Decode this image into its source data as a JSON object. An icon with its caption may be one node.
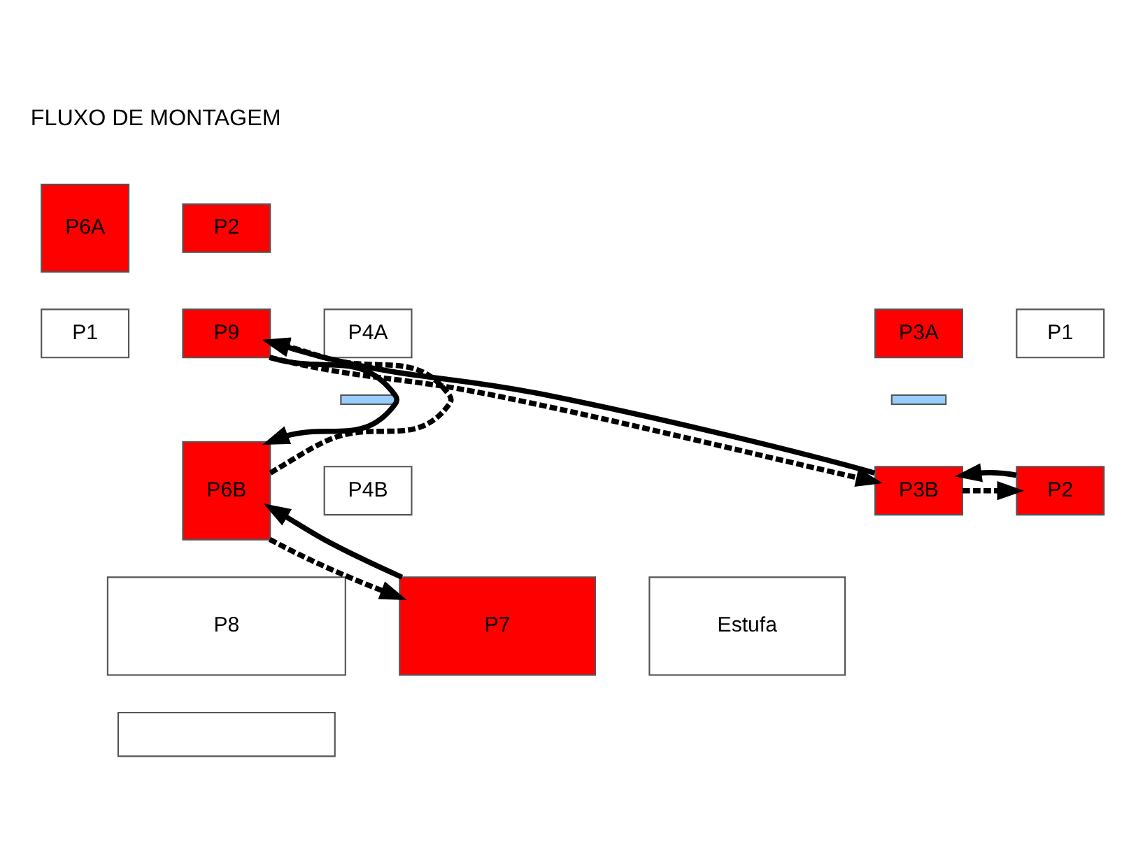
{
  "diagram": {
    "nodes": [
      {
        "text": [
          "P6A"
        ]
      },
      {
        "text": [
          "P2"
        ]
      },
      {
        "text": [
          "P1"
        ]
      },
      {
        "text": [
          "P9"
        ]
      },
      {
        "text": [
          "P4A"
        ]
      },
      {
        "text": [],
        "shape": "bar"
      },
      {
        "text": [
          "P4B"
        ]
      },
      {
        "text": [
          "P3A"
        ]
      },
      {
        "text": [],
        "shape": "bar"
      },
      {
        "text": [
          "P3B"
        ]
      },
      {
        "text": [
          "P1"
        ]
      },
      {
        "text": [
          "P6B"
        ]
      },
      {
        "text": [
          "P2"
        ]
      },
      {
        "text": [
          "P8"
        ]
      },
      {
        "text": [
          "P7"
        ]
      },
      {
        "text": [
          "Estufa"
        ]
      },
      {
        "text": [],
        "shape": "box"
      }
    ],
    "edges": [
      {
        "from": 11,
        "to": 3,
        "arrow": "to",
        "style": "dashed"
      },
      {
        "from": 3,
        "to": 11,
        "arrow": "to"
      },
      {
        "from": 9,
        "to": 3,
        "arrow": "to"
      },
      {
        "from": 3,
        "to": 9,
        "arrow": "to",
        "style": "dashed"
      },
      {
        "from": 9,
        "to": 12,
        "arrow": "to",
        "style": "dashed"
      },
      {
        "from": 12,
        "to": 9,
        "arrow": "to"
      },
      {
        "from": 14,
        "to": 11,
        "arrow": "to"
      },
      {
        "from": 11,
        "to": 14,
        "arrow": "to",
        "style": "dashed"
      }
    ],
    "labels": [
      "FLUXO DE MONTAGEM"
    ]
  }
}
